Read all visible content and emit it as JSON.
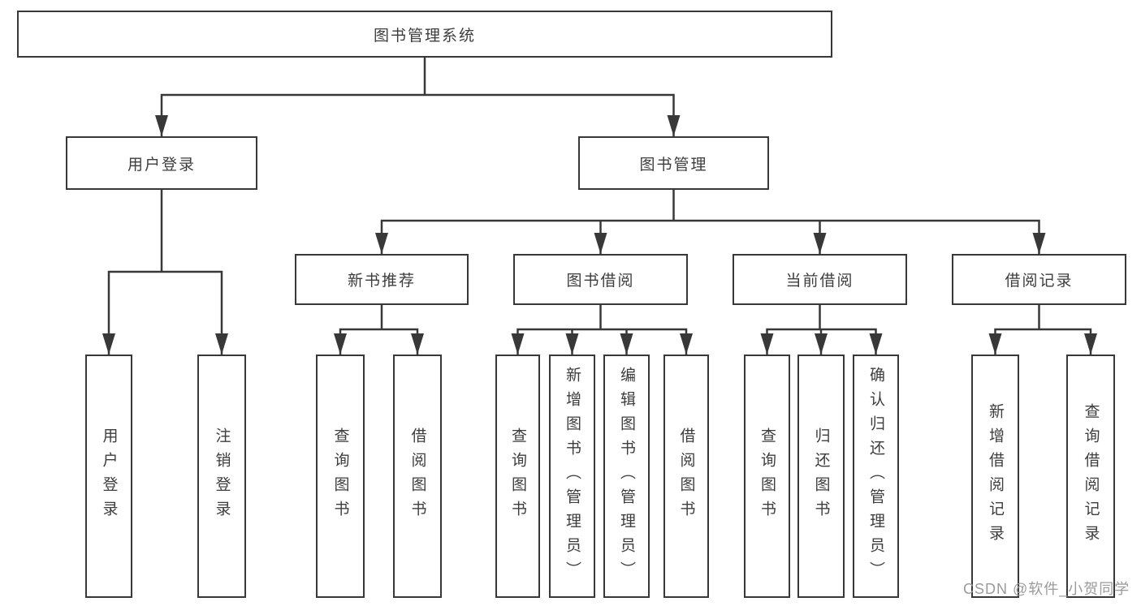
{
  "page": {
    "background": "#ffffff"
  },
  "colors": {
    "line": "#383838",
    "text": "#3d3d3d",
    "watermark": "#9b9b9b"
  },
  "watermark": "CSDN @软件_小贺同学",
  "tree": {
    "root": {
      "label": "图书管理系统",
      "children": [
        {
          "label": "用户登录",
          "children": [
            {
              "label": "用户登录"
            },
            {
              "label": "注销登录"
            }
          ]
        },
        {
          "label": "图书管理",
          "children": [
            {
              "label": "新书推荐",
              "children": [
                {
                  "label": "查询图书"
                },
                {
                  "label": "借阅图书"
                }
              ]
            },
            {
              "label": "图书借阅",
              "children": [
                {
                  "label": "查询图书"
                },
                {
                  "label": "新增图书（管理员）"
                },
                {
                  "label": "编辑图书（管理员）"
                },
                {
                  "label": "借阅图书"
                }
              ]
            },
            {
              "label": "当前借阅",
              "children": [
                {
                  "label": "查询图书"
                },
                {
                  "label": "归还图书"
                },
                {
                  "label": "确认归还（管理员）"
                }
              ]
            },
            {
              "label": "借阅记录",
              "children": [
                {
                  "label": "新增借阅记录"
                },
                {
                  "label": "查询借阅记录"
                }
              ]
            }
          ]
        }
      ]
    }
  }
}
